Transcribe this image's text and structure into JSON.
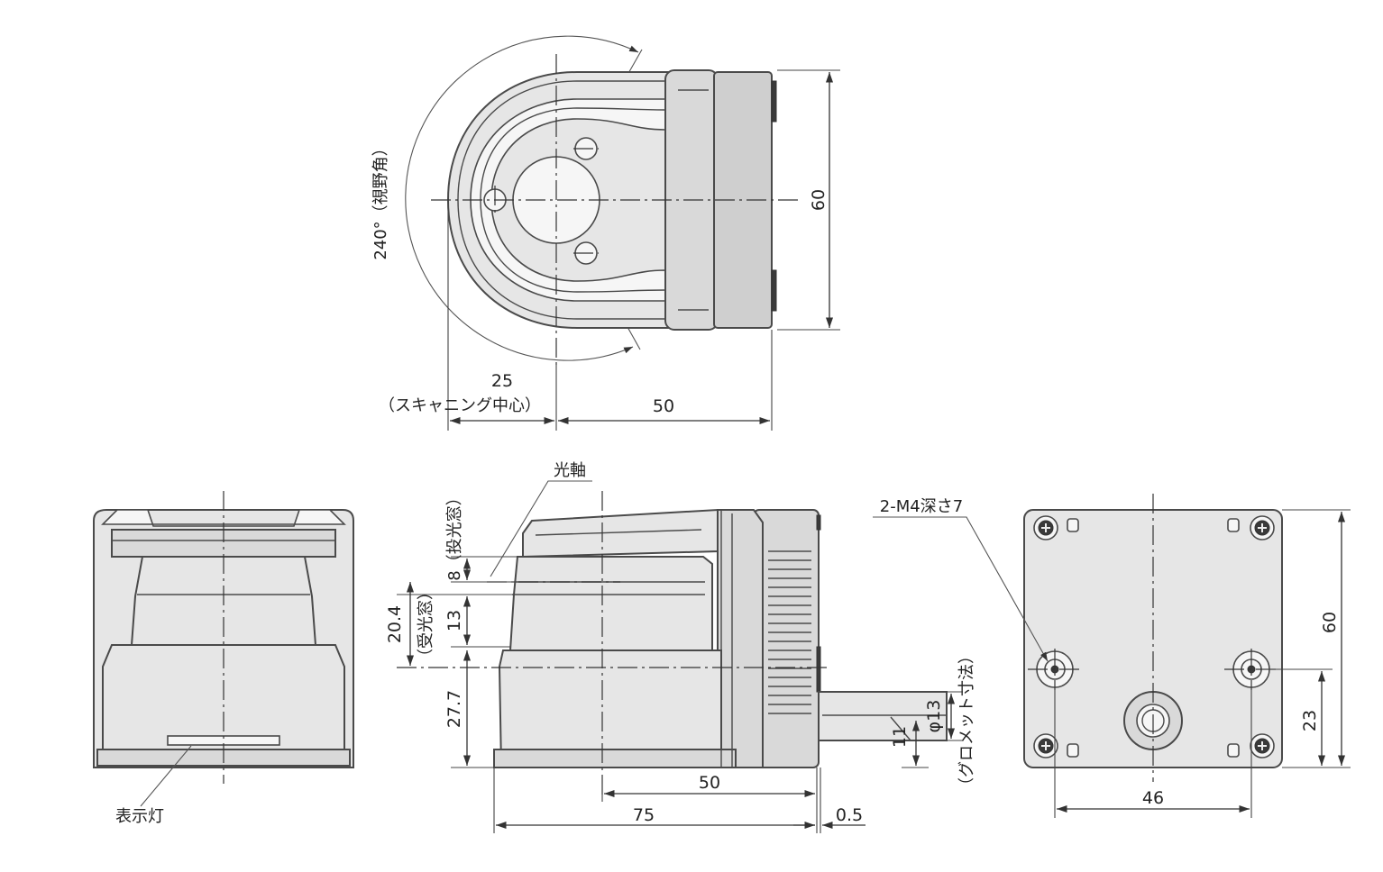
{
  "top_view": {
    "angle_label": "240°（視野角）",
    "dim_height": "60",
    "dim_scan_center_value": "25",
    "dim_scan_center_note": "（スキャニング中心）",
    "dim_depth": "50"
  },
  "front_view": {
    "indicator_label": "表示灯"
  },
  "side_view": {
    "optical_axis_label": "光軸",
    "dim_emitter": "8（投光窓）",
    "dim_receiver_total": "20.4",
    "dim_receiver_note": "（受光窓）",
    "dim_receiver_window": "13",
    "dim_base_height": "27.7",
    "dim_depth_50": "50",
    "dim_length_75": "75",
    "dim_gap": "0.5",
    "dim_cable_dia": "φ13",
    "dim_cable_height": "11",
    "dim_grommet_note": "（グロメット寸法）"
  },
  "rear_view": {
    "hole_label": "2-M4深さ7",
    "dim_height": "60",
    "dim_hole_height": "23",
    "dim_hole_pitch": "46"
  }
}
